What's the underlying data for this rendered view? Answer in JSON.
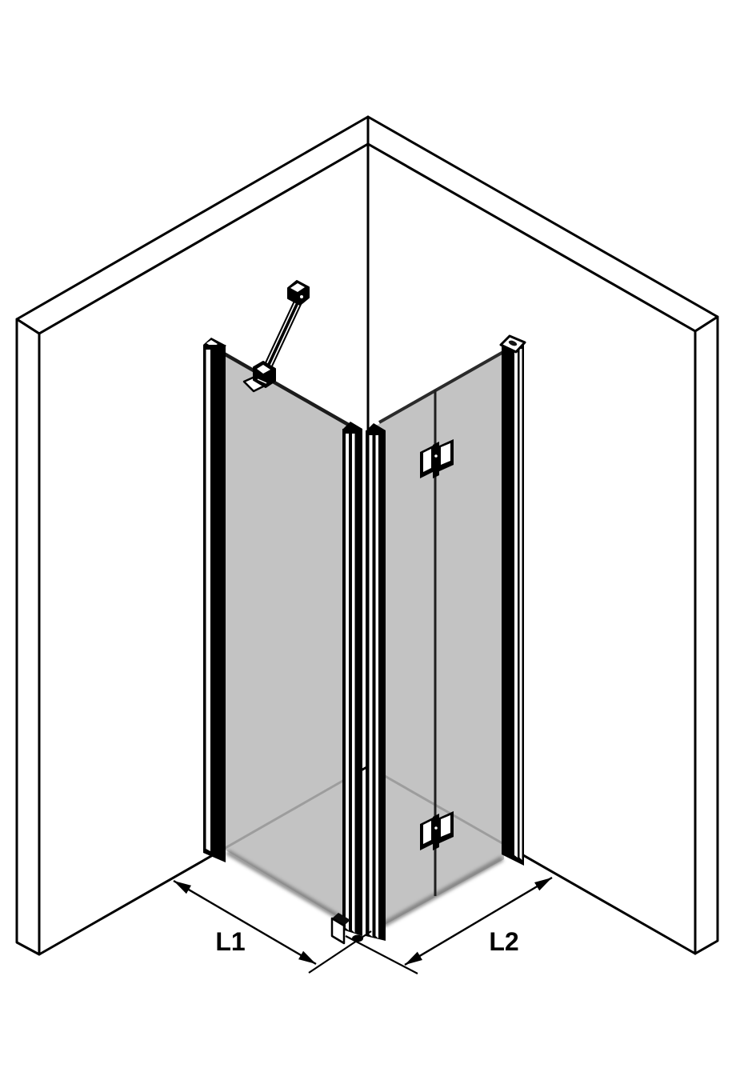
{
  "diagram": {
    "subject": "corner shower enclosure - isometric technical drawing",
    "dimensions": {
      "l1": "L1",
      "l2": "L2"
    },
    "colors": {
      "background": "#ffffff",
      "line": "#000000",
      "glass": "#b8b8b8",
      "glass_edge": "#262626",
      "shadow": "#6f6f6f",
      "hardware_face": "#ffffff"
    }
  }
}
